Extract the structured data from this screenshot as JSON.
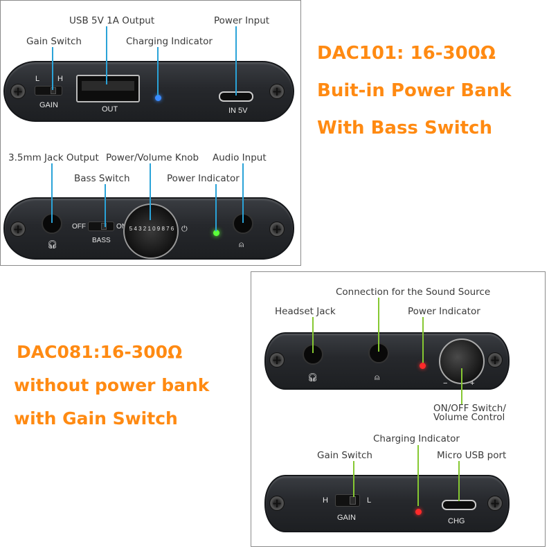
{
  "dac101": {
    "headline": [
      "DAC101: 16-300Ω",
      "Buit-in Power Bank",
      "With Bass Switch"
    ],
    "top_labels": {
      "usb_output": "USB 5V 1A Output",
      "gain_switch": "Gain Switch",
      "charging_indicator": "Charging Indicator",
      "power_input": "Power Input"
    },
    "top_panel": {
      "l": "L",
      "h": "H",
      "gain": "GAIN",
      "out": "OUT",
      "in5v": "IN 5V"
    },
    "bottom_labels": {
      "jack_output": "3.5mm Jack Output",
      "knob": "Power/Volume Knob",
      "audio_input": "Audio Input",
      "bass_switch": "Bass Switch",
      "power_indicator": "Power Indicator"
    },
    "bottom_panel": {
      "off": "OFF",
      "on": "ON",
      "bass": "BASS",
      "knob_digits": "5 4 3 2 1 0 9 8 7 6"
    }
  },
  "dac081": {
    "headline": [
      "DAC081:16-300Ω",
      "without power bank",
      "with Gain Switch"
    ],
    "front_labels": {
      "sound_source": "Connection for the Sound Source",
      "headset_jack": "Headset Jack",
      "power_indicator": "Power Indicator",
      "onoff_line1": "ON/OFF Switch/",
      "onoff_line2": "Volume Control"
    },
    "front_panel": {
      "minus": "−",
      "plus": "+"
    },
    "back_labels": {
      "charging_indicator": "Charging Indicator",
      "gain_switch": "Gain Switch",
      "micro_usb": "Micro USB port"
    },
    "back_panel": {
      "h": "H",
      "l": "L",
      "gain": "GAIN",
      "chg": "CHG"
    }
  },
  "colors": {
    "headline": "#ff8a12",
    "callout_blue": "#2aa3d8",
    "callout_green": "#86c832",
    "led_blue": "#3a8bff",
    "led_green": "#5cff3a",
    "led_red": "#ff2a2a"
  }
}
